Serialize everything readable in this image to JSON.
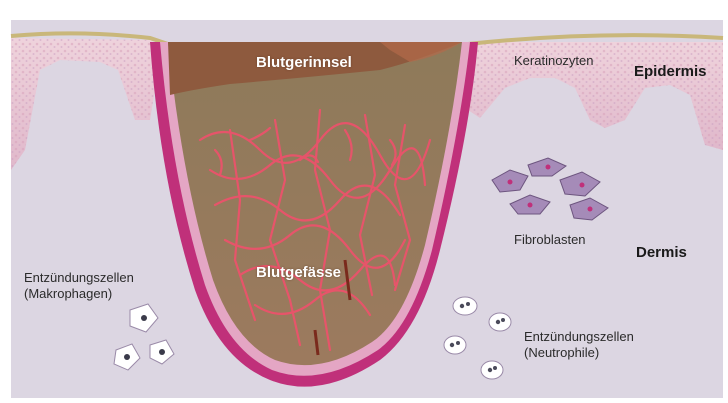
{
  "labels": {
    "blutgerinnsel": "Blutgerinnsel",
    "keratinozyten": "Keratinozyten",
    "epidermis": "Epidermis",
    "fibroblasten": "Fibroblasten",
    "dermis": "Dermis",
    "blutgefaesse": "Blutgefässe",
    "entz_makro_1": "Entzündungszellen",
    "entz_makro_2": "(Makrophagen)",
    "entz_neutro_1": "Entzündungszellen",
    "entz_neutro_2": "(Neutrophile)"
  },
  "colors": {
    "dermis": "#dcd6e2",
    "epidermis": "#e9c8d6",
    "surface": "#c9b77a",
    "wound_border": "#c0307a",
    "wound_fill": "#9a8466",
    "clot": "#8e5a3e",
    "vessel": "#f0506c",
    "cell": "#8a6fa0"
  }
}
